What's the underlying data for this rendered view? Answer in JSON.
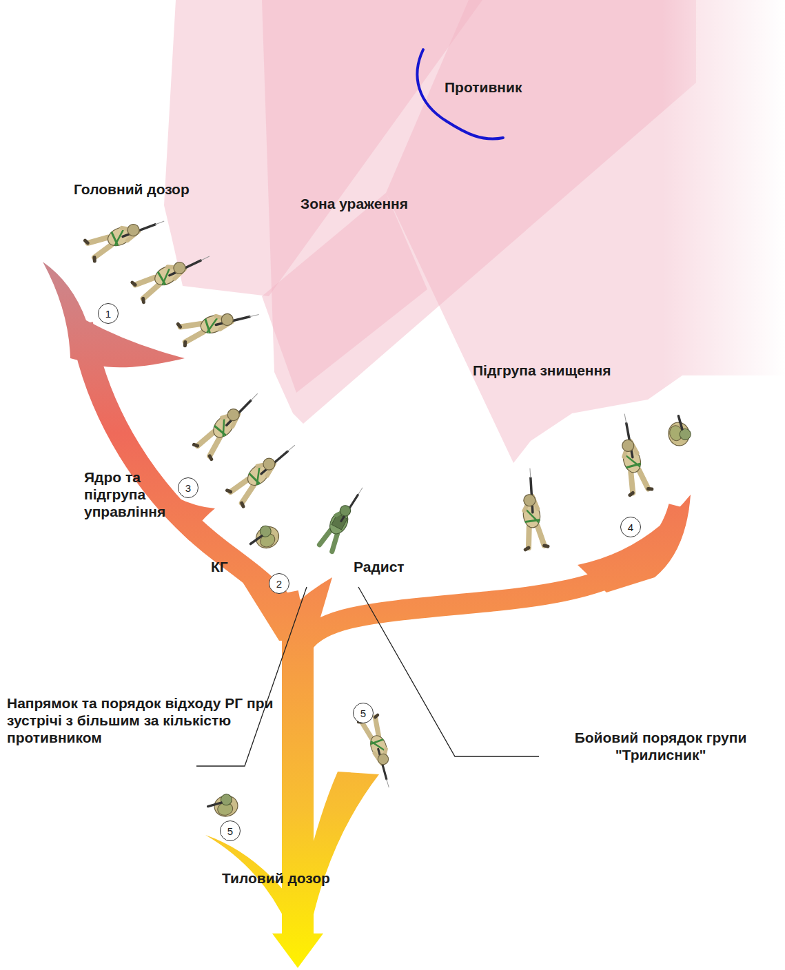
{
  "diagram": {
    "nodes": [
      {
        "text": [
          "1"
        ]
      },
      {
        "text": [
          "3"
        ]
      },
      {
        "text": [
          "2"
        ]
      },
      {
        "text": [
          "4"
        ]
      },
      {
        "text": [
          "5"
        ]
      },
      {
        "text": [
          "5"
        ]
      }
    ],
    "labels": [
      "Противник",
      "Головний дозор",
      "Зона ураження",
      "Підгрупа знищення",
      "Ядро та підгрупа управління",
      "КГ",
      "Радист",
      "Напрямок та порядок відходу РГ при зустрічі з більшим за кількістю противником",
      "Бойовий порядок групи \"Трилисник\"",
      "Тиловий дозор"
    ]
  }
}
